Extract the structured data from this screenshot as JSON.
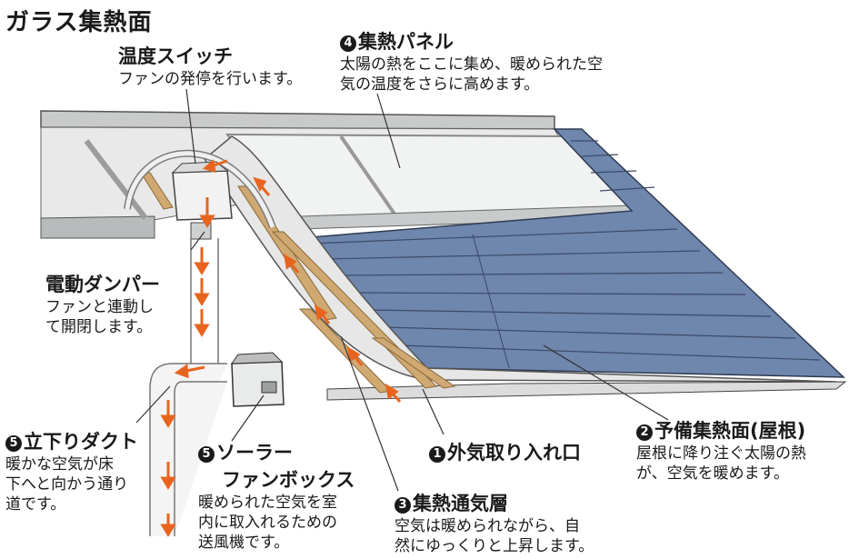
{
  "title": "ガラス集熱面",
  "colors": {
    "roof": "#6f86ad",
    "glass": "#f1f3f2",
    "frame": "#a9acaa",
    "wood": "#cfa872",
    "arrow": "#e8641e",
    "line": "#333333"
  },
  "labels": {
    "temp_switch": {
      "title": "温度スイッチ",
      "lines": [
        "ファンの発停を行います。"
      ]
    },
    "panel": {
      "num": "4",
      "title": "集熱パネル",
      "lines": [
        "太陽の熱をここに集め、暖められた空",
        "気の温度をさらに高めます。"
      ]
    },
    "damper": {
      "title": "電動ダンパー",
      "lines": [
        "ファンと連動し",
        "て開閉します。"
      ]
    },
    "duct": {
      "num": "5",
      "title": "立下りダクト",
      "lines": [
        "暖かな空気が床",
        "下へと向かう通り",
        "道です。"
      ]
    },
    "fanbox": {
      "num": "5",
      "title_lines": [
        "ソーラー",
        "ファンボックス"
      ],
      "lines": [
        "暖められた空気を室",
        "内に取入れるための",
        "送風機です。"
      ]
    },
    "intake": {
      "num": "1",
      "title": "外気取り入れ口"
    },
    "roof": {
      "num": "2",
      "title": "予備集熱面(屋根)",
      "lines": [
        "屋根に降り注ぐ太陽の熱",
        "が、空気を暖めます。"
      ]
    },
    "airlayer": {
      "num": "3",
      "title": "集熱通気層",
      "lines": [
        "空気は暖められながら、自",
        "然にゆっくりと上昇します。"
      ]
    }
  }
}
